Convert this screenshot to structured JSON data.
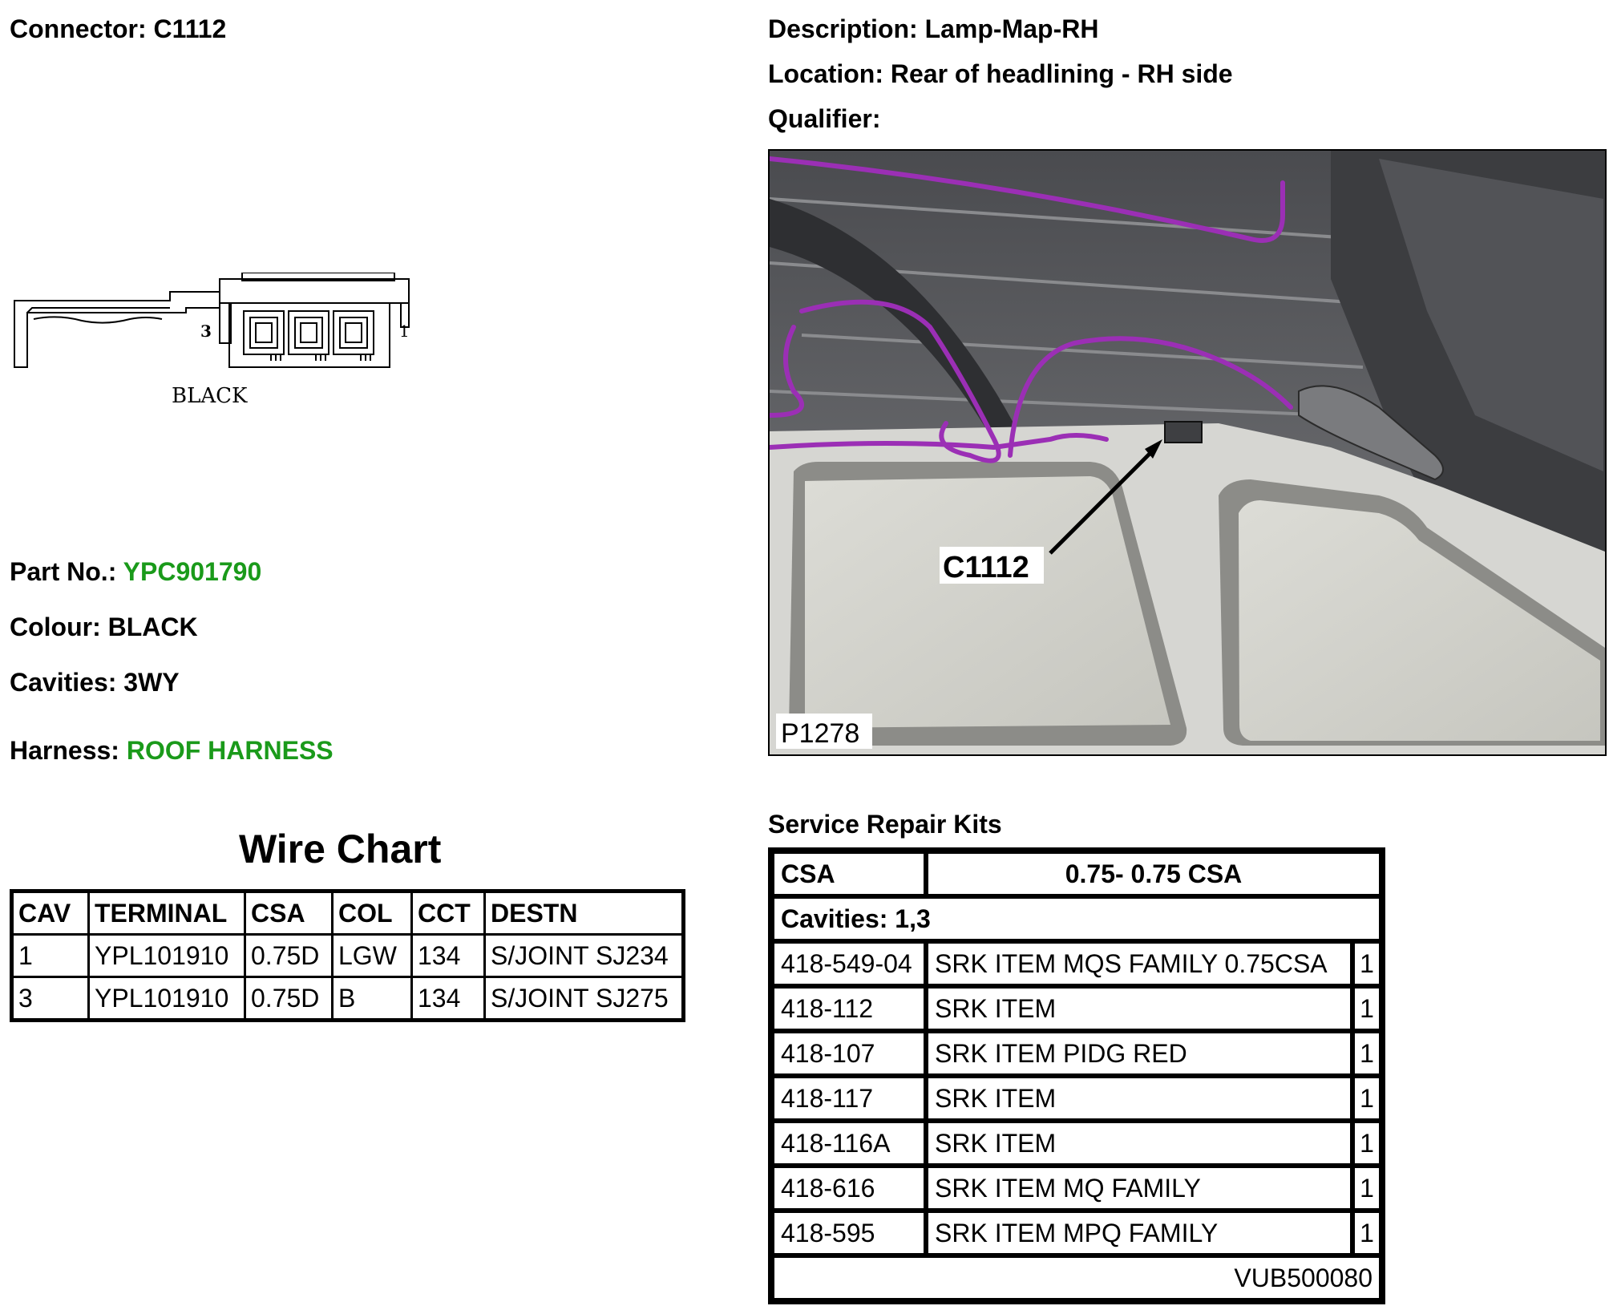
{
  "header": {
    "connector_label": "Connector:",
    "connector_value": "C1112",
    "description_label": "Description:",
    "description_value": "Lamp-Map-RH",
    "location_label": "Location:",
    "location_value": "Rear of headlining - RH side",
    "qualifier_label": "Qualifier:"
  },
  "connector_diagram": {
    "pin_left": "3",
    "pin_right": "1",
    "colour_text": "BLACK"
  },
  "photo": {
    "callout": "C1112",
    "ref": "P1278"
  },
  "details": {
    "part_no_label": "Part No.:",
    "part_no_value": "YPC901790",
    "colour_label": "Colour:",
    "colour_value": "BLACK",
    "cavities_label": "Cavities:",
    "cavities_value": "3WY",
    "harness_label": "Harness:",
    "harness_value": "ROOF HARNESS"
  },
  "wire_chart": {
    "title": "Wire Chart",
    "headers": [
      "CAV",
      "TERMINAL",
      "CSA",
      "COL",
      "CCT",
      "DESTN"
    ],
    "rows": [
      [
        "1",
        "YPL101910",
        "0.75D",
        "LGW",
        "134",
        "S/JOINT SJ234"
      ],
      [
        "3",
        "YPL101910",
        "0.75D",
        "B",
        "134",
        "S/JOINT SJ275"
      ]
    ]
  },
  "service_repair_kits": {
    "title": "Service Repair Kits",
    "csa_label": "CSA",
    "csa_value": "0.75- 0.75 CSA",
    "cavities": "Cavities: 1,3",
    "items": [
      {
        "code": "418-549-04",
        "desc": "SRK ITEM MQS FAMILY 0.75CSA",
        "qty": "1"
      },
      {
        "code": "418-112",
        "desc": "SRK ITEM",
        "qty": "1"
      },
      {
        "code": "418-107",
        "desc": "SRK ITEM PIDG RED",
        "qty": "1"
      },
      {
        "code": "418-117",
        "desc": "SRK ITEM",
        "qty": "1"
      },
      {
        "code": "418-116A",
        "desc": "SRK ITEM",
        "qty": "1"
      },
      {
        "code": "418-616",
        "desc": "SRK ITEM MQ FAMILY",
        "qty": "1"
      },
      {
        "code": "418-595",
        "desc": "SRK ITEM MPQ FAMILY",
        "qty": "1"
      }
    ],
    "footer_code": "VUB500080"
  },
  "colors": {
    "green_text": "#1a9a1a",
    "harness_wire": "#9b2fb5"
  }
}
